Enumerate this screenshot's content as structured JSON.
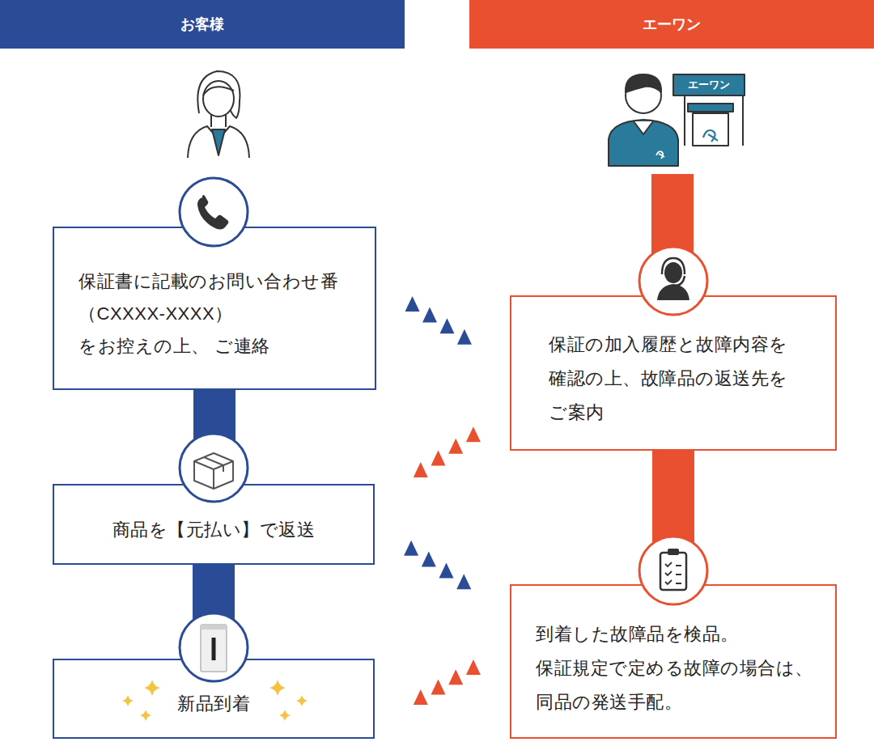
{
  "diagram": {
    "nodes": [
      {
        "text": [
          "お客様"
        ]
      },
      {
        "text": [
          "エーワン"
        ]
      },
      {
        "text": [
          "保証書に記載のお問い合わせ番 （CXXXX-XXXX）をお控えの上、 ご連絡"
        ]
      },
      {
        "text": [
          "保証の加入履歴と故障内容を 確認の上、故障品の返送先を ご案内"
        ]
      },
      {
        "text": [
          "商品を【元払い】で返送"
        ]
      },
      {
        "text": [
          "到着した故障品を検品。 保証規定で定める故障の場合は、 同品の発送手配。"
        ]
      },
      {
        "text": [
          "新品到着"
        ]
      }
    ],
    "edges": [
      {
        "from": 2,
        "to": 3,
        "arrow": "to"
      },
      {
        "from": 3,
        "to": 4,
        "arrow": "to"
      },
      {
        "from": 4,
        "to": 5,
        "arrow": "to"
      },
      {
        "from": 5,
        "to": 6,
        "arrow": "to"
      },
      {
        "from": 2,
        "to": 4,
        "arrow": "none"
      },
      {
        "from": 4,
        "to": 6,
        "arrow": "none"
      },
      {
        "from": 3,
        "to": 5,
        "arrow": "none"
      }
    ],
    "labels": [
      "エーワン"
    ]
  }
}
